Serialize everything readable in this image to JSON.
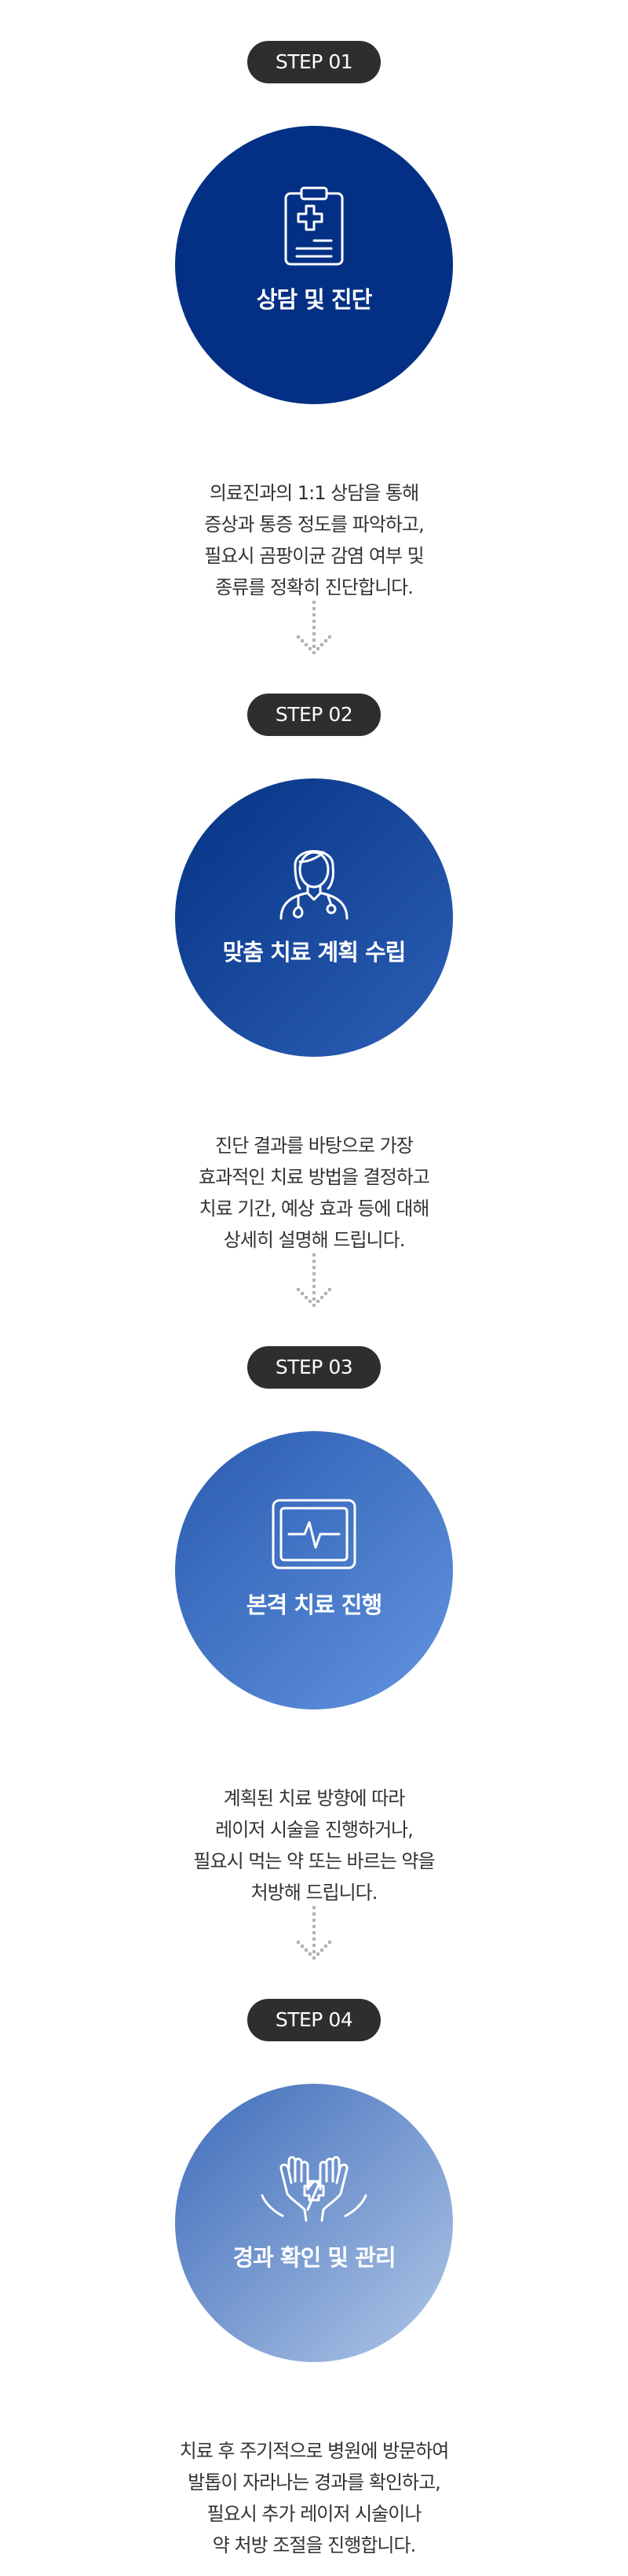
{
  "steps": [
    {
      "badge": "STEP 01",
      "title": "상담 및 진단",
      "icon": "medical-clipboard-icon",
      "lines": [
        "의료진과의 1:1 상담을 통해",
        "증상과 통증 정도를 파악하고,",
        "필요시 곰팡이균 감염 여부 및",
        "종류를 정확히 진단합니다."
      ]
    },
    {
      "badge": "STEP 02",
      "title": "맞춤 치료 계획 수립",
      "icon": "doctor-icon",
      "lines": [
        "진단 결과를 바탕으로 가장",
        "효과적인 치료 방법을 결정하고",
        "치료 기간, 예상 효과 등에 대해",
        "상세히 설명해 드립니다."
      ]
    },
    {
      "badge": "STEP 03",
      "title": "본격 치료 진행",
      "icon": "heartbeat-monitor-icon",
      "lines": [
        "계획된 치료 방향에 따라",
        "레이저 시술을 진행하거나,",
        "필요시 먹는 약 또는 바르는 약을",
        "처방해 드립니다."
      ]
    },
    {
      "badge": "STEP 04",
      "title": "경과 확인 및 관리",
      "icon": "care-hands-icon",
      "lines": [
        "치료 후 주기적으로 병원에 방문하여",
        "발톱이 자라나는 경과를 확인하고,",
        "필요시 추가 레이저 시술이나",
        "약 처방 조절을 진행합니다."
      ]
    }
  ],
  "colors": {
    "badge_bg": "#2e2e2e",
    "step1": "#033084",
    "step2": [
      "#053385",
      "#2d60b6"
    ],
    "step3": [
      "#2a5bb0",
      "#6294df"
    ],
    "step4": [
      "#3e6cba",
      "#b1c7e7"
    ],
    "arrow": "#b3b3b3"
  }
}
